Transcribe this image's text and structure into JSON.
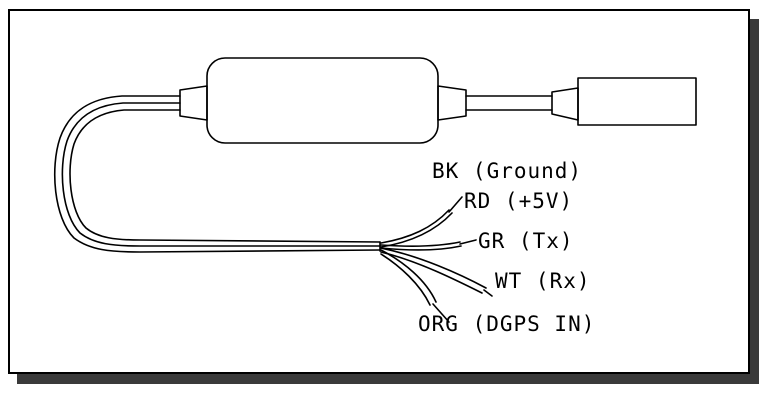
{
  "labels": {
    "bk": "BK (Ground)",
    "rd": "RD (+5V)",
    "gr": "GR (Tx)",
    "wt": "WT (Rx)",
    "org": "ORG (DGPS IN)"
  }
}
